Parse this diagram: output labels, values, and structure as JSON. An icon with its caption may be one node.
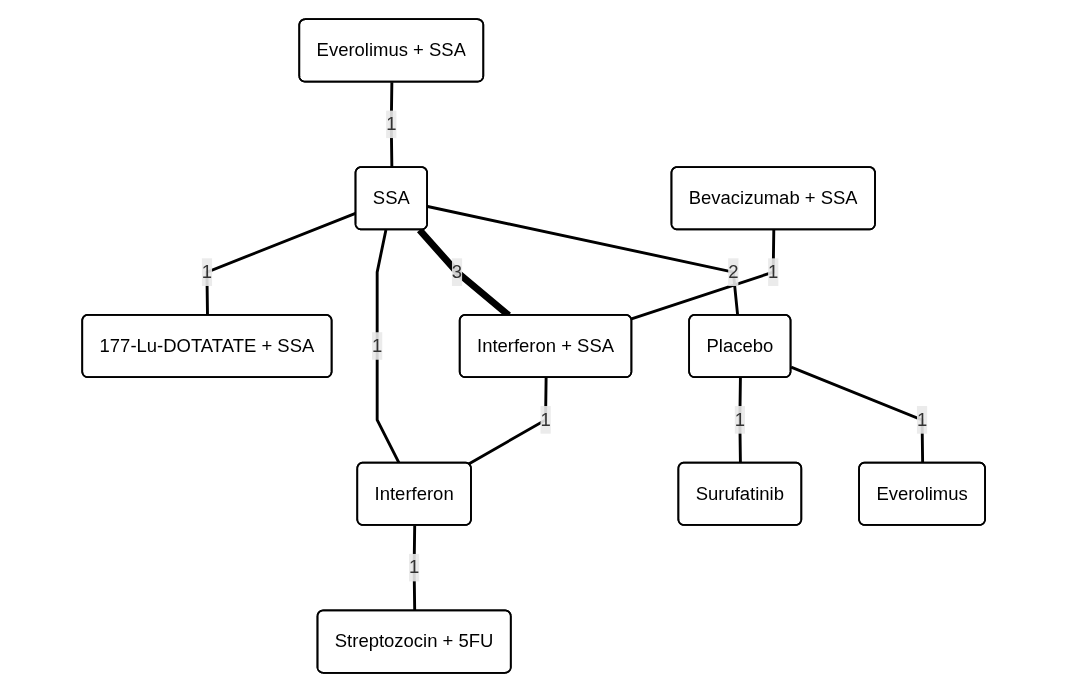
{
  "diagram": {
    "nodes": [
      {
        "text": [
          "Everolimus + SSA"
        ]
      },
      {
        "text": [
          "SSA"
        ]
      },
      {
        "text": [
          "Bevacizumab + SSA"
        ]
      },
      {
        "text": [
          "Placebo"
        ]
      },
      {
        "text": [
          "Interferon + SSA"
        ]
      },
      {
        "text": [
          "Everolimus"
        ]
      },
      {
        "text": [
          "Interferon"
        ]
      },
      {
        "text": [
          "Surufatinib"
        ]
      },
      {
        "text": [
          "Streptozocin + 5FU"
        ]
      },
      {
        "text": [
          "177-Lu-DOTATATE + SSA"
        ]
      }
    ],
    "edges": [
      {
        "from": 0,
        "to": 1,
        "arrow": "none",
        "label": "1"
      },
      {
        "from": 1,
        "to": 3,
        "arrow": "none",
        "label": "2"
      },
      {
        "from": 1,
        "to": 4,
        "arrow": "none",
        "label": "3",
        "style": "thick"
      },
      {
        "from": 1,
        "to": 6,
        "arrow": "none",
        "label": "1"
      },
      {
        "from": 1,
        "to": 9,
        "arrow": "none",
        "label": "1"
      },
      {
        "from": 2,
        "to": 4,
        "arrow": "none",
        "label": "1"
      },
      {
        "from": 3,
        "to": 5,
        "arrow": "none",
        "label": "1"
      },
      {
        "from": 3,
        "to": 7,
        "arrow": "none",
        "label": "1"
      },
      {
        "from": 4,
        "to": 6,
        "arrow": "none",
        "label": "1"
      },
      {
        "from": 6,
        "to": 8,
        "arrow": "none",
        "label": "1"
      }
    ]
  }
}
